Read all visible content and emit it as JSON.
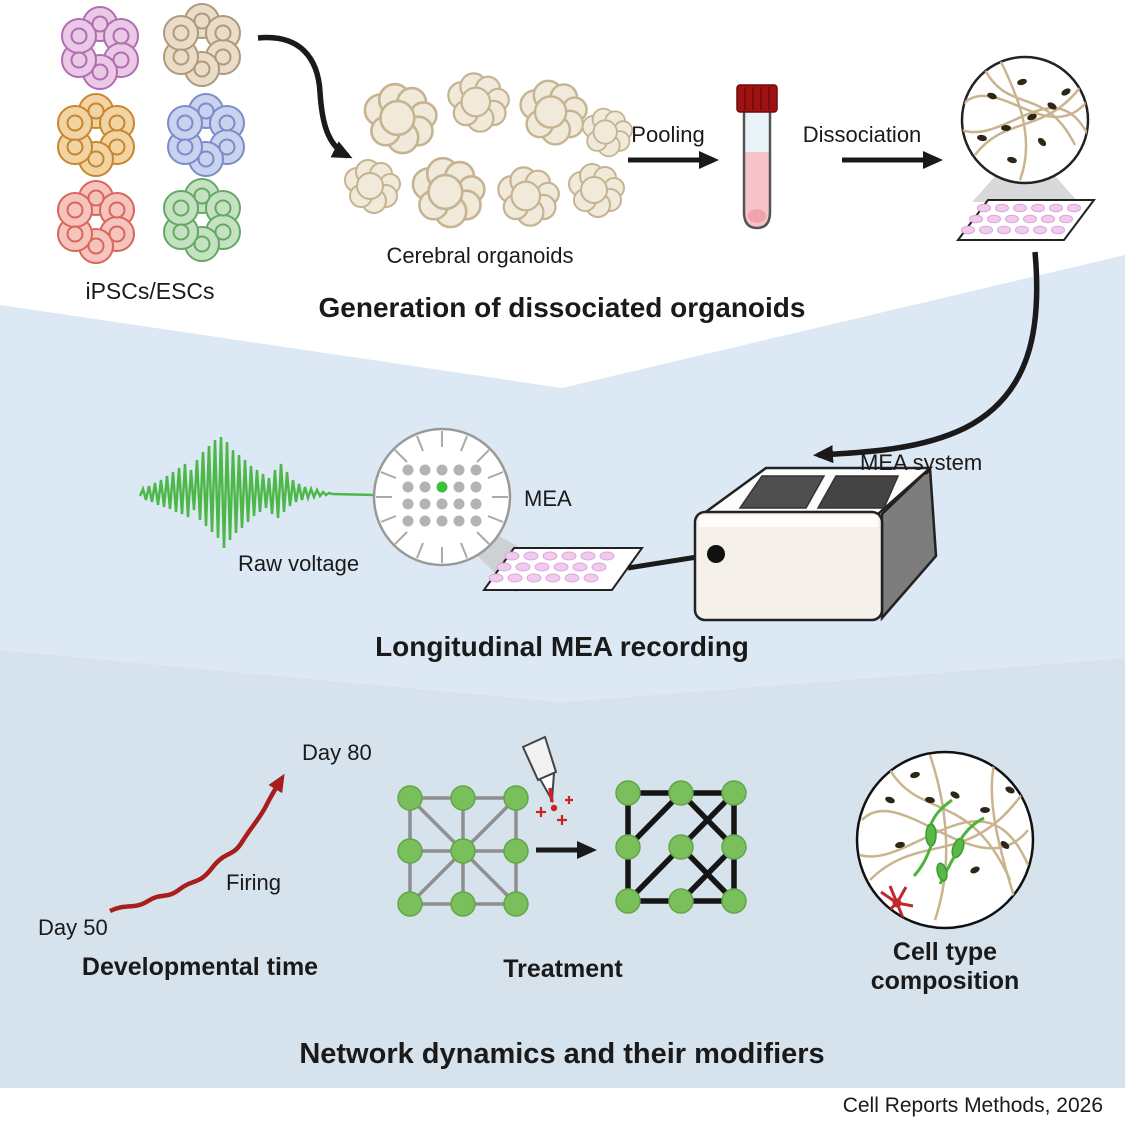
{
  "top": {
    "ipsc_label": "iPSCs/ESCs",
    "organoids_label": "Cerebral organoids",
    "pooling_label": "Pooling",
    "dissociation_label": "Dissociation",
    "title": "Generation of dissociated organoids"
  },
  "middle": {
    "raw_voltage_label": "Raw voltage",
    "mea_label": "MEA",
    "mea_system_label": "MEA system",
    "title": "Longitudinal MEA recording"
  },
  "bottom": {
    "day_start_label": "Day 50",
    "day_end_label": "Day 80",
    "firing_label": "Firing",
    "developmental_time_label": "Developmental time",
    "treatment_label": "Treatment",
    "cell_type_label": "Cell type composition",
    "title": "Network dynamics and their modifiers"
  },
  "footer": {
    "citation": "Cell Reports Methods, 2026"
  },
  "colors": {
    "band_middle": "#dce8f4",
    "band_bottom": "#d6e2ec",
    "node_green": "#79bf5b",
    "waveform_green": "#4db848",
    "growth_red": "#a81d1d",
    "neuron_tan": "#c9b48e",
    "astrocyte_red": "#c1272d",
    "tube_cap_red": "#a01212",
    "well_pink": "#f0cbee"
  }
}
